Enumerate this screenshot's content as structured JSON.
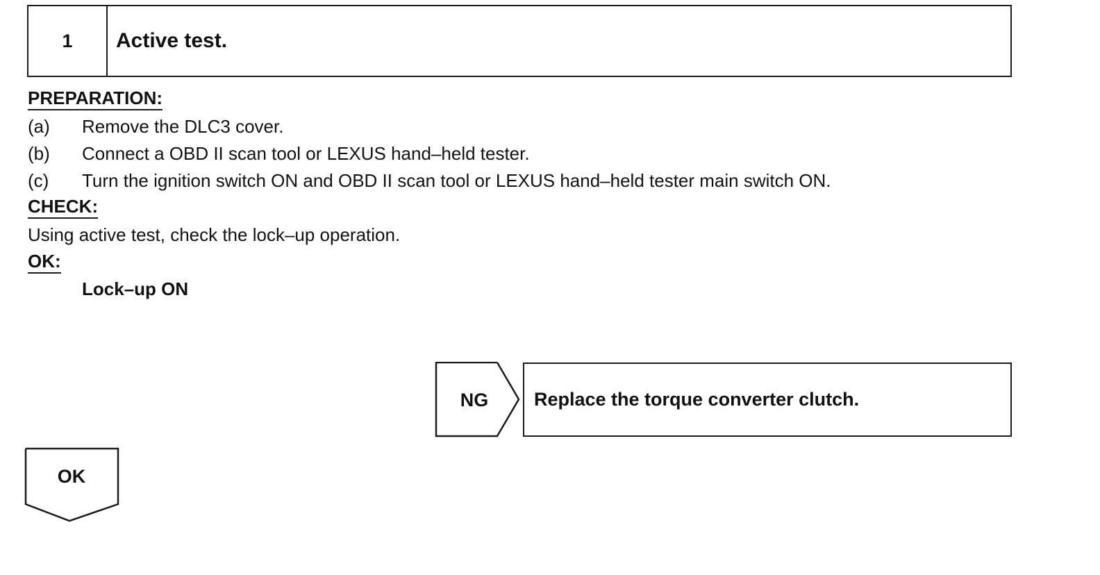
{
  "step": {
    "number": "1",
    "title": "Active test."
  },
  "preparation": {
    "heading": "PREPARATION:",
    "items": [
      {
        "label": "(a)",
        "text": "Remove the DLC3 cover."
      },
      {
        "label": "(b)",
        "text": "Connect a OBD II scan tool or LEXUS hand–held tester."
      },
      {
        "label": "(c)",
        "text": "Turn the ignition switch ON and OBD II scan tool or LEXUS hand–held tester main switch ON."
      }
    ]
  },
  "check": {
    "heading": "CHECK:",
    "text": "Using active test, check the lock–up operation."
  },
  "ok_result": {
    "heading": "OK:",
    "text": "Lock–up ON"
  },
  "ng_branch": {
    "label": "NG",
    "action": "Replace the torque converter clutch."
  },
  "ok_branch": {
    "label": "OK"
  }
}
